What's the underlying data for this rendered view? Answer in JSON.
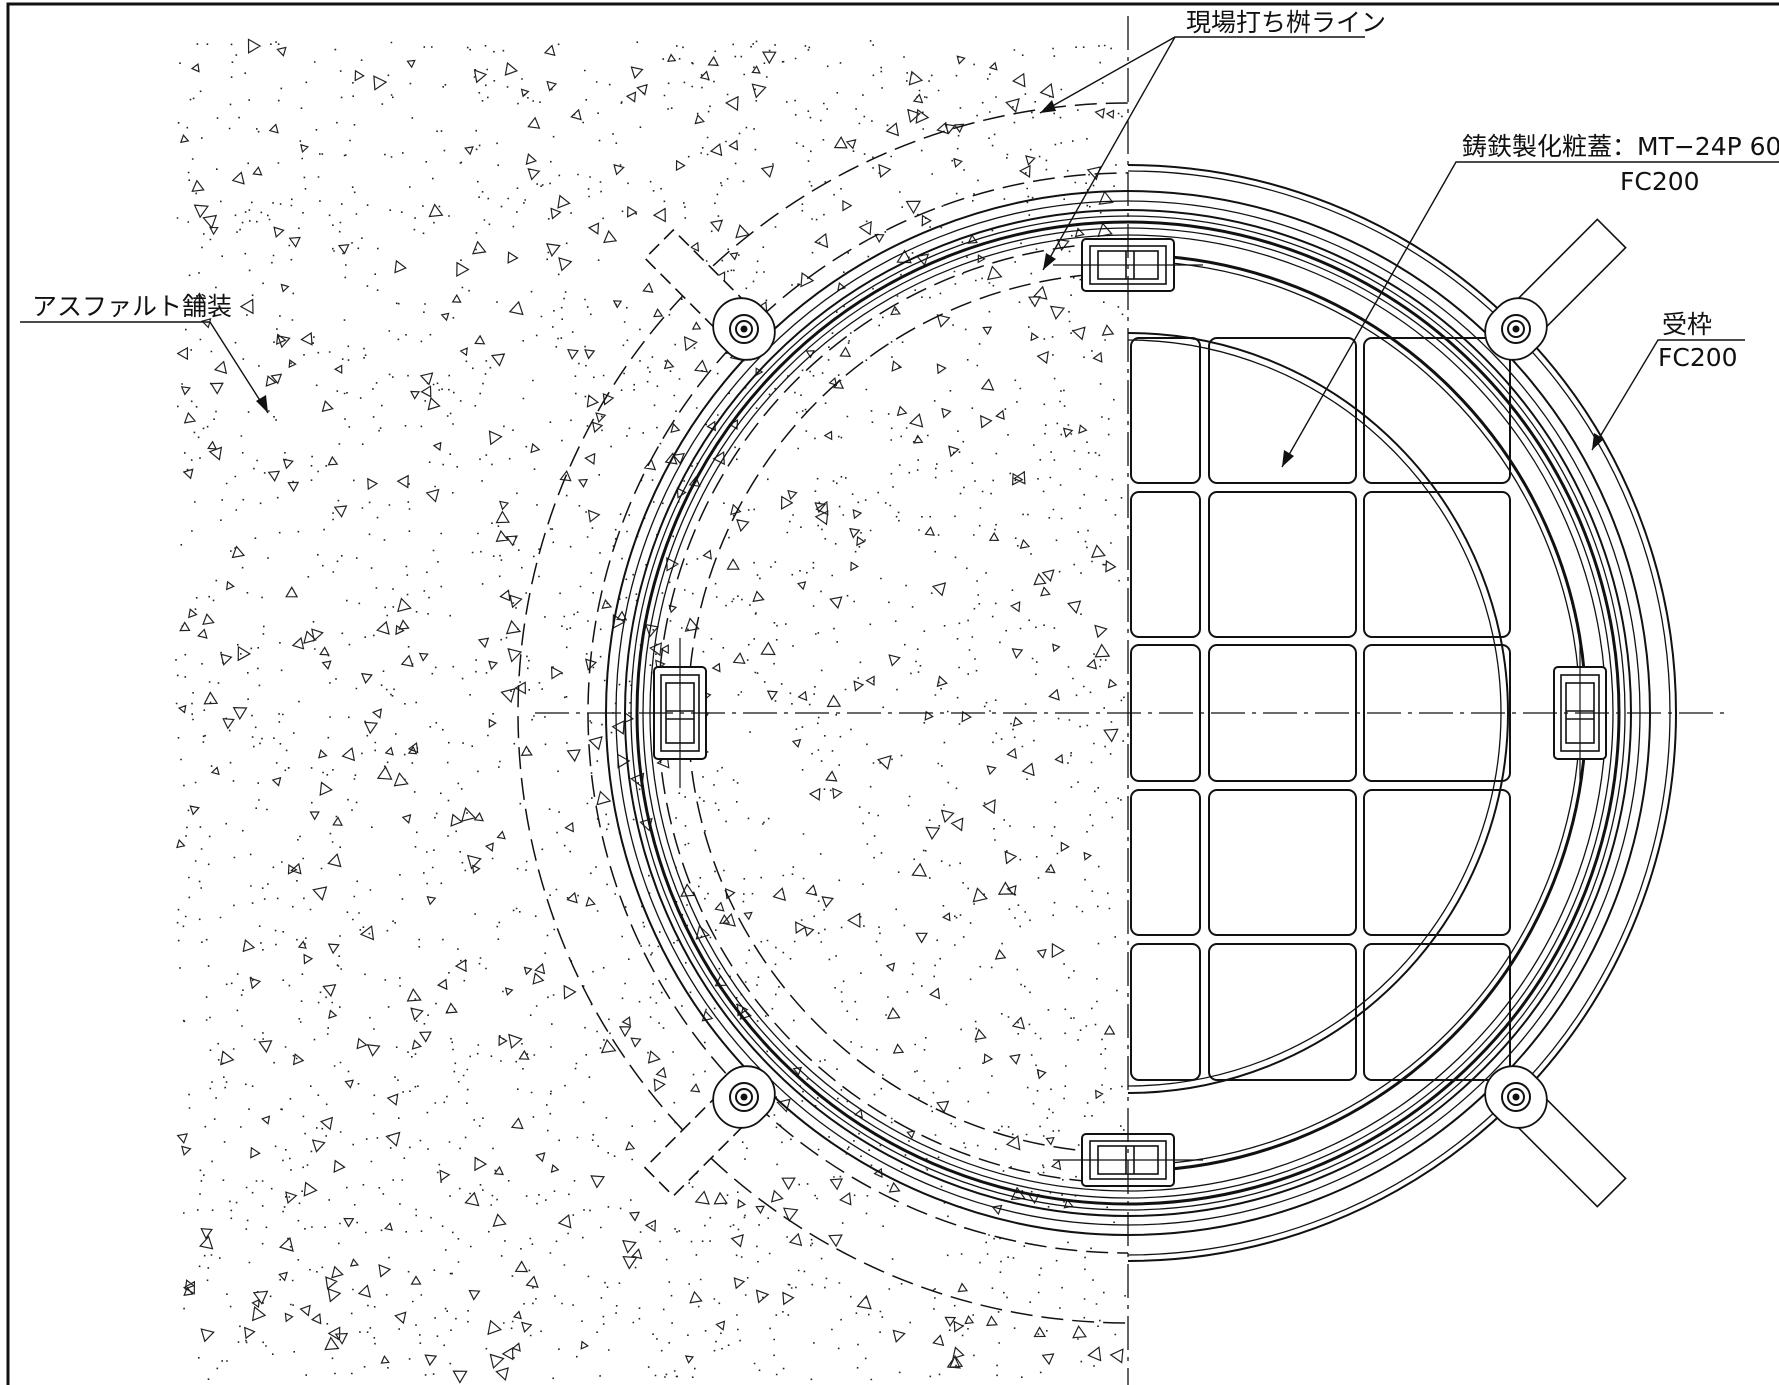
{
  "labels": {
    "site_cast_line": "現場打ち桝ライン",
    "cover": "鋳鉄製化粧蓋：MT−24P 60",
    "cover_material": "FC200",
    "frame": "受枠",
    "frame_material": "FC200",
    "asphalt": "アスファルト舗装"
  }
}
